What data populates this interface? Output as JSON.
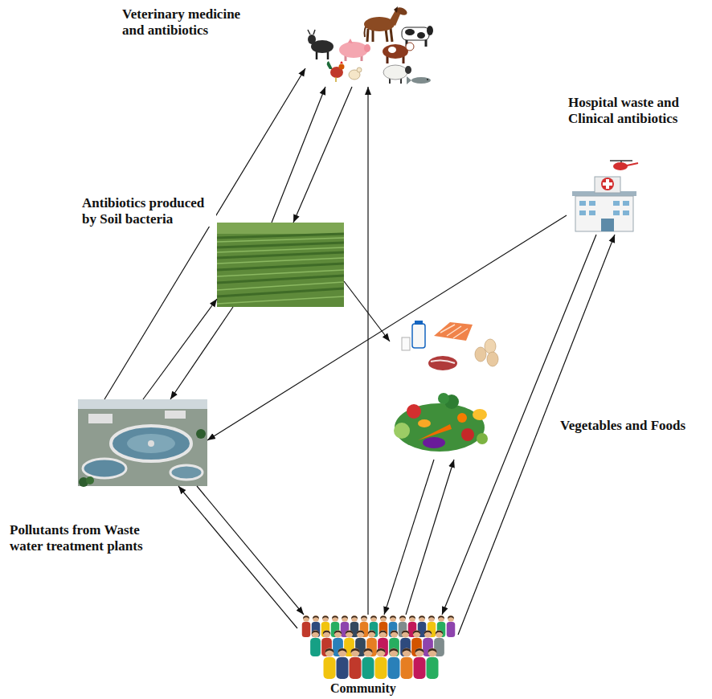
{
  "diagram": {
    "nodes": [
      {
        "text": [
          "Veterinary medicine and antibiotics"
        ]
      },
      {
        "text": [
          "Hospital waste and Clinical antibiotics"
        ]
      },
      {
        "text": [
          "Antibiotics produced by Soil bacteria"
        ]
      },
      {
        "text": [
          "Vegetables and Foods"
        ]
      },
      {
        "text": [
          "Pollutants from Waste water treatment plants"
        ]
      },
      {
        "text": [
          "Community"
        ]
      }
    ],
    "edges": [
      {
        "from": 4,
        "to": 0,
        "arrow": "to"
      },
      {
        "from": 2,
        "to": 0,
        "arrow": "to"
      },
      {
        "from": 0,
        "to": 2,
        "arrow": "to"
      },
      {
        "from": 4,
        "to": 2,
        "arrow": "to"
      },
      {
        "from": 2,
        "to": 4,
        "arrow": "to"
      },
      {
        "from": 2,
        "to": 3,
        "arrow": "to"
      },
      {
        "from": 1,
        "to": 4,
        "arrow": "to"
      },
      {
        "from": 5,
        "to": 0,
        "arrow": "to"
      },
      {
        "from": 4,
        "to": 5,
        "arrow": "to"
      },
      {
        "from": 5,
        "to": 4,
        "arrow": "to"
      },
      {
        "from": 3,
        "to": 5,
        "arrow": "to"
      },
      {
        "from": 5,
        "to": 3,
        "arrow": "to"
      },
      {
        "from": 1,
        "to": 5,
        "arrow": "to"
      },
      {
        "from": 5,
        "to": 1,
        "arrow": "to"
      }
    ]
  }
}
